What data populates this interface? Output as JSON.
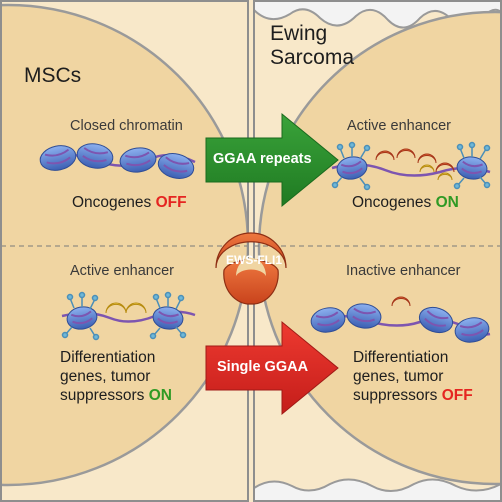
{
  "left_panel": {
    "title": "MSCs",
    "top_label": "Closed chromatin",
    "top_state": {
      "prefix": "Oncogenes",
      "status": "OFF"
    },
    "bottom_label": "Active enhancer",
    "bottom_state": {
      "line1": "Differentiation",
      "line2": "genes, tumor",
      "line3_prefix": "suppressors",
      "status": "ON"
    }
  },
  "right_panel": {
    "title_line1": "Ewing",
    "title_line2": "Sarcoma",
    "top_label": "Active enhancer",
    "top_state": {
      "prefix": "Oncogenes",
      "status": "ON"
    },
    "bottom_label": "Inactive enhancer",
    "bottom_state": {
      "line1": "Differentiation",
      "line2": "genes, tumor",
      "line3_prefix": "suppressors",
      "status": "OFF"
    }
  },
  "center": {
    "top_arrow_label": "GGAA repeats",
    "protein_label": "EWS-FLI1",
    "bottom_arrow_label": "Single GGAA"
  },
  "colors": {
    "cell": "#f8e8c9",
    "nucleus": "#f0d5a2",
    "border": "#8e8e8e",
    "green_arrow": "#2c8f2c",
    "red_arrow": "#dd2a25",
    "ews_fli1": "#dd5a2a",
    "enhancer_protein_yellow": "#f6c22e",
    "nucleosome": "#5278c9",
    "dna": "#7d55b0",
    "on_text": "#2f9a25",
    "off_text": "#e52521"
  }
}
